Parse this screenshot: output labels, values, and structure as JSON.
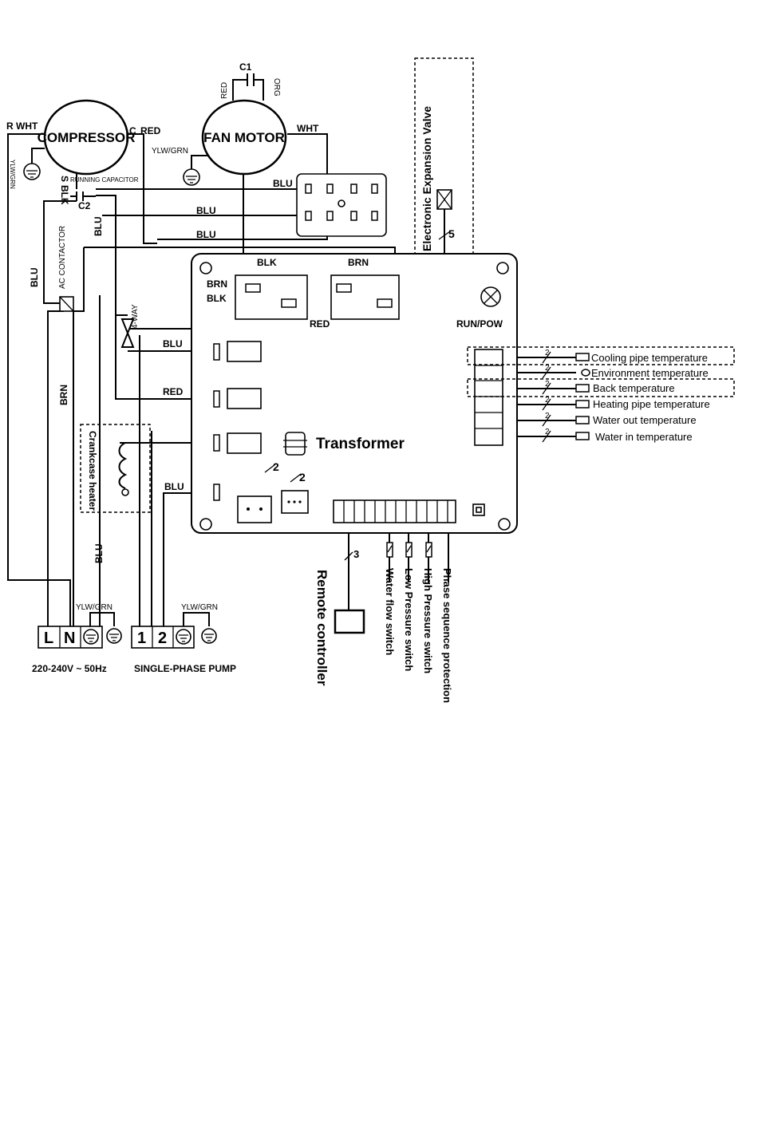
{
  "components": {
    "compressor": "COMPRESSOR",
    "fan_motor": "FAN MOTOR",
    "transformer": "Transformer",
    "eev": "Electronic Expansion Valve",
    "ac_contactor": "AC CONTACTOR",
    "four_way": "4-WAY",
    "crankcase_heater": "Crankcase heater",
    "running_capacitor": "RUNNING CAPACITOR",
    "c1": "C1",
    "c2": "C2",
    "run_pow": "RUN/POW",
    "remote_controller": "Remote controller"
  },
  "pins": {
    "r": "R",
    "c": "C",
    "s": "S"
  },
  "wires": {
    "wht": "WHT",
    "red": "RED",
    "blk": "BLK",
    "blu": "BLU",
    "brn": "BRN",
    "org": "ORG",
    "ylw_grn": "YLW/GRN"
  },
  "counts": {
    "two": "2",
    "three": "3",
    "five": "5"
  },
  "sensors": [
    "Cooling pipe temperature",
    "Environment temperature",
    "Back temperature",
    "Heating pipe temperature",
    "Water out temperature",
    "Water in temperature"
  ],
  "switches": [
    "Water flow switch",
    "Low Pressure switch",
    "High Pressure switch",
    "Phase sequence protection"
  ],
  "terminals": {
    "l": "L",
    "n": "N",
    "one": "1",
    "two": "2",
    "power_supply": "220-240V ~ 50Hz",
    "pump": "SINGLE-PHASE PUMP"
  }
}
